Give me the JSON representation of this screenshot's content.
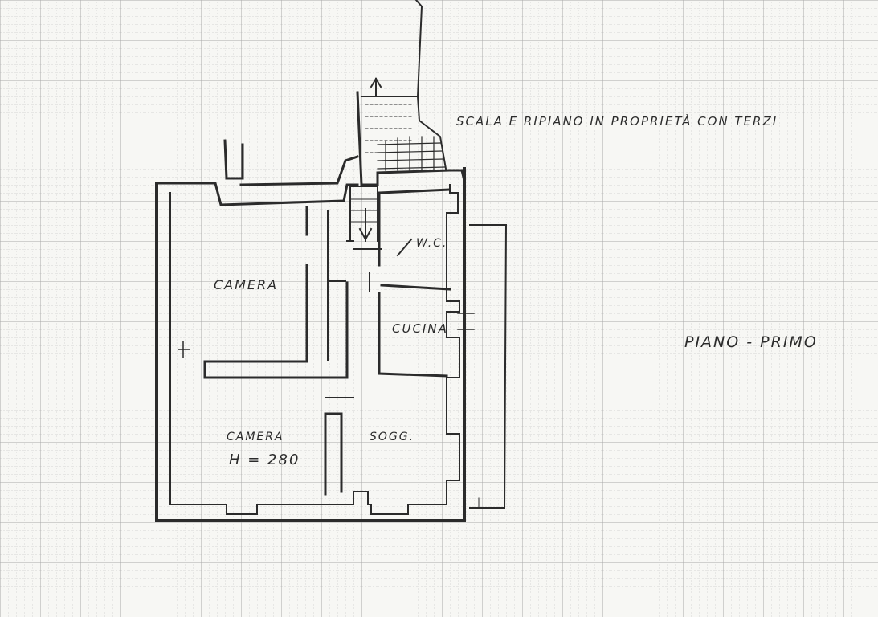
{
  "plan": {
    "stair_note": "SCALA E RIPIANO IN PROPRIETÀ CON TERZI",
    "floor_title": "PIANO - PRIMO",
    "rooms": {
      "bedroom_upper": "CAMERA",
      "bedroom_lower": "CAMERA",
      "kitchen": "CUCINA",
      "living": "SOGG.",
      "bathroom": "W.C."
    },
    "ceiling_height": "H = 280"
  },
  "colors": {
    "paper": "#f7f7f4",
    "grid": "#b9b9b9",
    "ink": "#2b2b2b"
  }
}
